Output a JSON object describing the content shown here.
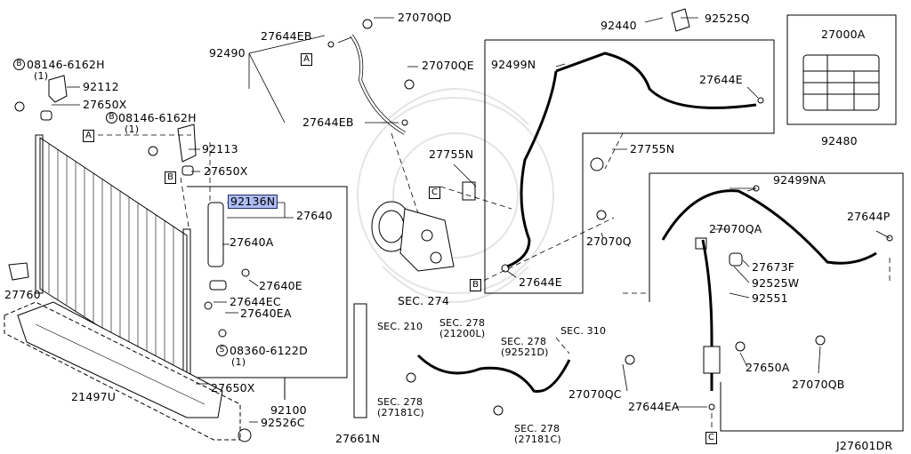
{
  "diagram_code": "J27601DR",
  "parts": {
    "p27070QD": "27070QD",
    "p92525Q": "92525Q",
    "p92440": "92440",
    "p27000A": "27000A",
    "p27644EB_top": "27644EB",
    "p92490": "92490",
    "p27070QE": "27070QE",
    "p92499N": "92499N",
    "p27644E_top": "27644E",
    "p08146_a": "08146-6162H",
    "p08146_a_qty": "(1)",
    "p92112": "92112",
    "p27650X_a": "27650X",
    "p08146_b": "08146-6162H",
    "p08146_b_qty": "(1)",
    "p27644EB_mid": "27644EB",
    "p92113": "92113",
    "p27650X_b": "27650X",
    "p27755N_a": "27755N",
    "p27755N_b": "27755N",
    "p92480": "92480",
    "p92136N": "92136N",
    "p27640": "27640",
    "p92499NA": "92499NA",
    "p27644P": "27644P",
    "p27640A": "27640A",
    "p27070QA": "27070QA",
    "p27070Q": "27070Q",
    "p27760": "27760",
    "p27640E": "27640E",
    "p27644E_bot": "27644E",
    "p27673F": "27673F",
    "p92525W": "92525W",
    "p27644EC": "27644EC",
    "p27640EA": "27640EA",
    "p92551": "92551",
    "sec274": "SEC. 274",
    "sec210": "SEC. 210",
    "sec278_a": "SEC. 278",
    "sec278_a_sub": "(21200L)",
    "sec278_b": "SEC. 278",
    "sec278_b_sub": "(92521D)",
    "sec310": "SEC. 310",
    "p08360": "08360-6122D",
    "p08360_qty": "(1)",
    "p21497U": "21497U",
    "p27650X_c": "27650X",
    "p92100": "92100",
    "sec278_c": "SEC. 278",
    "sec278_c_sub": "(27181C)",
    "p27070QC": "27070QC",
    "p27650A": "27650A",
    "p27070QB": "27070QB",
    "p27644EA": "27644EA",
    "p92526C": "92526C",
    "p27661N": "27661N",
    "sec278_d": "SEC. 278",
    "sec278_d_sub": "(27181C)"
  },
  "markers": {
    "A": "A",
    "B": "B",
    "C": "C",
    "bolt_symbol": "B",
    "screw_symbol": "S"
  }
}
